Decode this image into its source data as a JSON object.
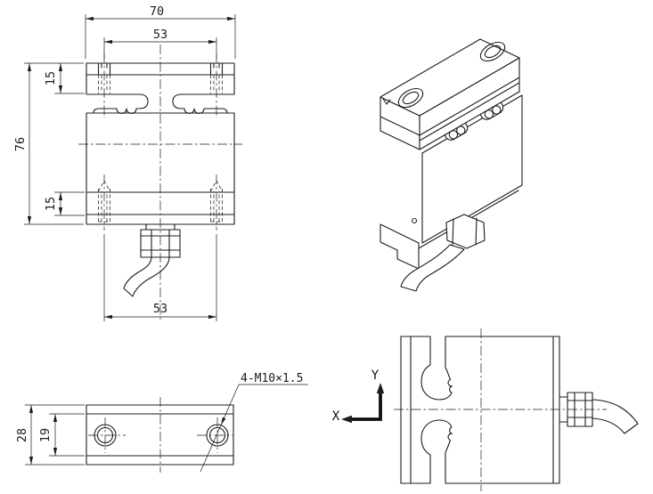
{
  "drawing": {
    "background": "#ffffff",
    "line_color": "#1c1c1c",
    "views": {
      "front": {
        "dims": {
          "overall_width": "70",
          "hole_spacing_top": "53",
          "overall_height": "76",
          "top_block_height": "15",
          "bottom_block_height": "15",
          "hole_spacing_bottom": "53"
        }
      },
      "bottom": {
        "dims": {
          "overall_depth": "28",
          "inner_depth": "19"
        },
        "thread_callout": "4-M10×1.5"
      },
      "side": {
        "axes": {
          "x_label": "X",
          "y_label": "Y"
        }
      }
    }
  }
}
